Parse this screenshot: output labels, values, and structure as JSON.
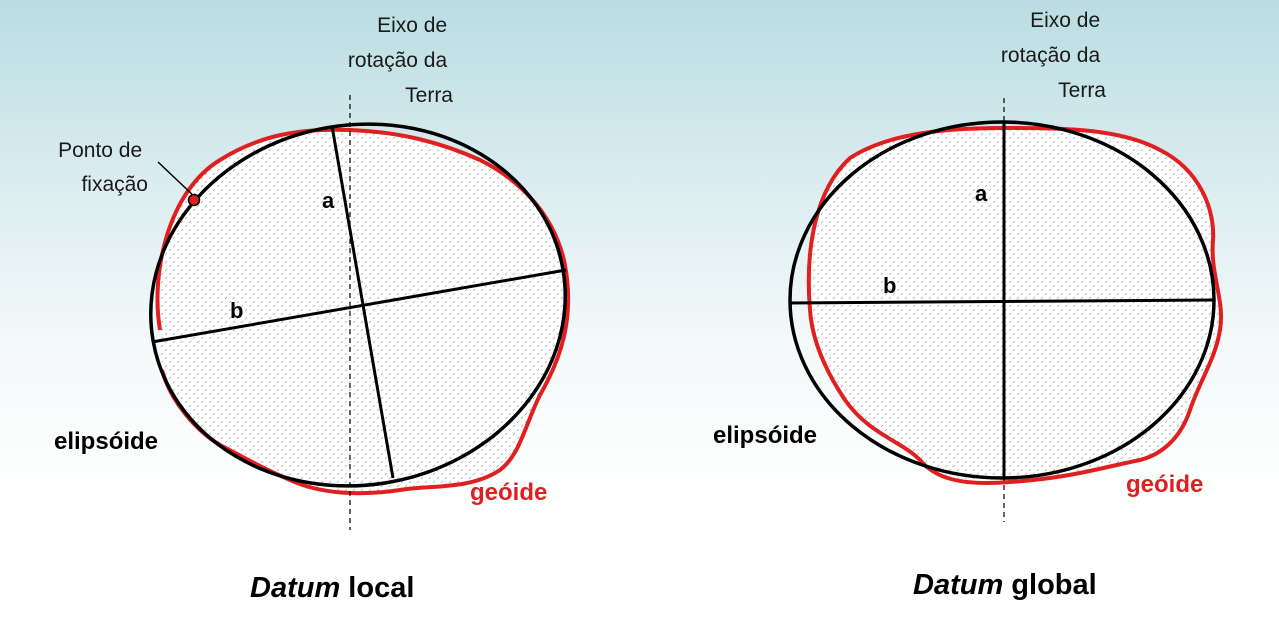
{
  "local": {
    "axis_label": [
      "Eixo de",
      "rotação da",
      "Terra"
    ],
    "fix_label": [
      "Ponto de",
      "fixação"
    ],
    "a": "a",
    "b": "b",
    "ellipsoid": "elipsóide",
    "geoid": "geóide",
    "caption_italic": "Datum",
    "caption_rest": " local"
  },
  "global": {
    "axis_label": [
      "Eixo de",
      "rotação da",
      "Terra"
    ],
    "a": "a",
    "b": "b",
    "ellipsoid": "elipsóide",
    "geoid": "geóide",
    "caption_italic": "Datum",
    "caption_rest": " global"
  },
  "colors": {
    "geoid": "#e02020",
    "ellipsoid": "#000000",
    "fill_dots": "#9a9a9a"
  }
}
